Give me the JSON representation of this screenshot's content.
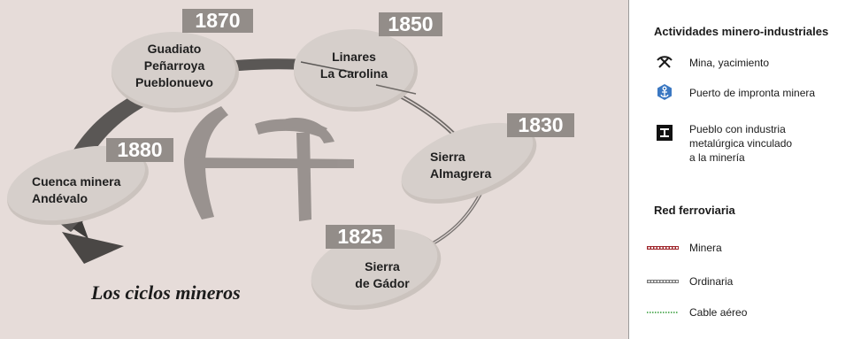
{
  "diagram": {
    "title": "Los ciclos mineros",
    "nodes": [
      {
        "id": "guadiato",
        "year": "1870",
        "lines": [
          "Guadiato",
          "Peñarroya",
          "Pueblonuevo"
        ]
      },
      {
        "id": "linares",
        "year": "1850",
        "lines": [
          "Linares",
          "La Carolina"
        ]
      },
      {
        "id": "almagrera",
        "year": "1830",
        "lines": [
          "Sierra",
          "Almagrera"
        ]
      },
      {
        "id": "gador",
        "year": "1825",
        "lines": [
          "Sierra",
          "de Gádor"
        ]
      },
      {
        "id": "andevalo",
        "year": "1880",
        "lines": [
          "Cuenca minera",
          "Andévalo"
        ]
      }
    ]
  },
  "legend": {
    "heading_activities": "Actividades minero-industriales",
    "activities": [
      {
        "icon": "pickaxe-icon",
        "label": "Mina, yacimiento"
      },
      {
        "icon": "anchor-icon",
        "label": "Puerto de impronta minera",
        "color": "#3b78c2"
      },
      {
        "icon": "i-beam-icon",
        "lines": [
          "Pueblo con industria",
          "metalúrgica vinculado",
          "a la minería"
        ]
      }
    ],
    "heading_railway": "Red ferroviaria",
    "railways": [
      {
        "label": "Minera",
        "color": "#a0282d"
      },
      {
        "label": "Ordinaria",
        "color": "#7a7a7a"
      },
      {
        "label": "Cable aéreo",
        "color": "#2f9a34"
      }
    ]
  }
}
